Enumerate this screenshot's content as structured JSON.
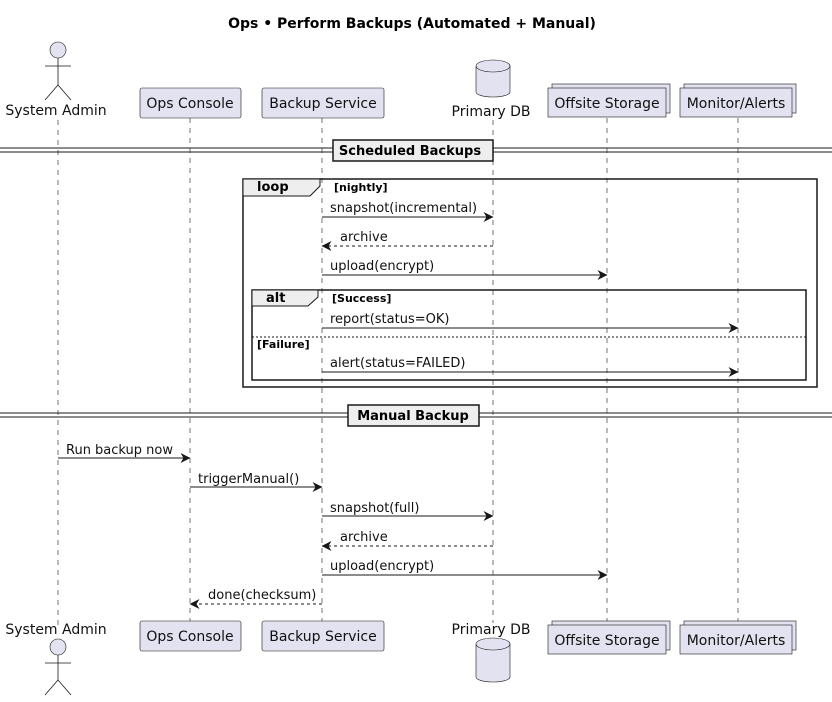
{
  "title": "Ops • Perform Backups (Automated + Manual)",
  "participants": [
    {
      "id": "admin",
      "label": "System Admin",
      "kind": "actor"
    },
    {
      "id": "console",
      "label": "Ops Console",
      "kind": "participant"
    },
    {
      "id": "backup",
      "label": "Backup Service",
      "kind": "participant"
    },
    {
      "id": "db",
      "label": "Primary DB",
      "kind": "database"
    },
    {
      "id": "storage",
      "label": "Offsite Storage",
      "kind": "collections"
    },
    {
      "id": "monitor",
      "label": "Monitor/Alerts",
      "kind": "collections"
    }
  ],
  "sections": {
    "scheduled": "Scheduled Backups",
    "manual": "Manual Backup"
  },
  "loop": {
    "keyword": "loop",
    "condition": "[nightly]"
  },
  "alt": {
    "keyword": "alt",
    "condition": "[Success]",
    "else": "[Failure]"
  },
  "messages": [
    {
      "from": "backup",
      "to": "db",
      "label": "snapshot(incremental)",
      "dashed": false
    },
    {
      "from": "db",
      "to": "backup",
      "label": "archive",
      "dashed": true
    },
    {
      "from": "backup",
      "to": "storage",
      "label": "upload(encrypt)",
      "dashed": false
    },
    {
      "from": "backup",
      "to": "monitor",
      "label": "report(status=OK)",
      "dashed": false
    },
    {
      "from": "backup",
      "to": "monitor",
      "label": "alert(status=FAILED)",
      "dashed": false
    },
    {
      "from": "admin",
      "to": "console",
      "label": "Run backup now",
      "dashed": false
    },
    {
      "from": "console",
      "to": "backup",
      "label": "triggerManual()",
      "dashed": false
    },
    {
      "from": "backup",
      "to": "db",
      "label": "snapshot(full)",
      "dashed": false
    },
    {
      "from": "db",
      "to": "backup",
      "label": "archive",
      "dashed": true
    },
    {
      "from": "backup",
      "to": "storage",
      "label": "upload(encrypt)",
      "dashed": false
    },
    {
      "from": "backup",
      "to": "console",
      "label": "done(checksum)",
      "dashed": true
    }
  ],
  "colors": {
    "participant_fill": "#e2e2f0",
    "line": "#181818",
    "fragment_header": "#eeeeee"
  }
}
